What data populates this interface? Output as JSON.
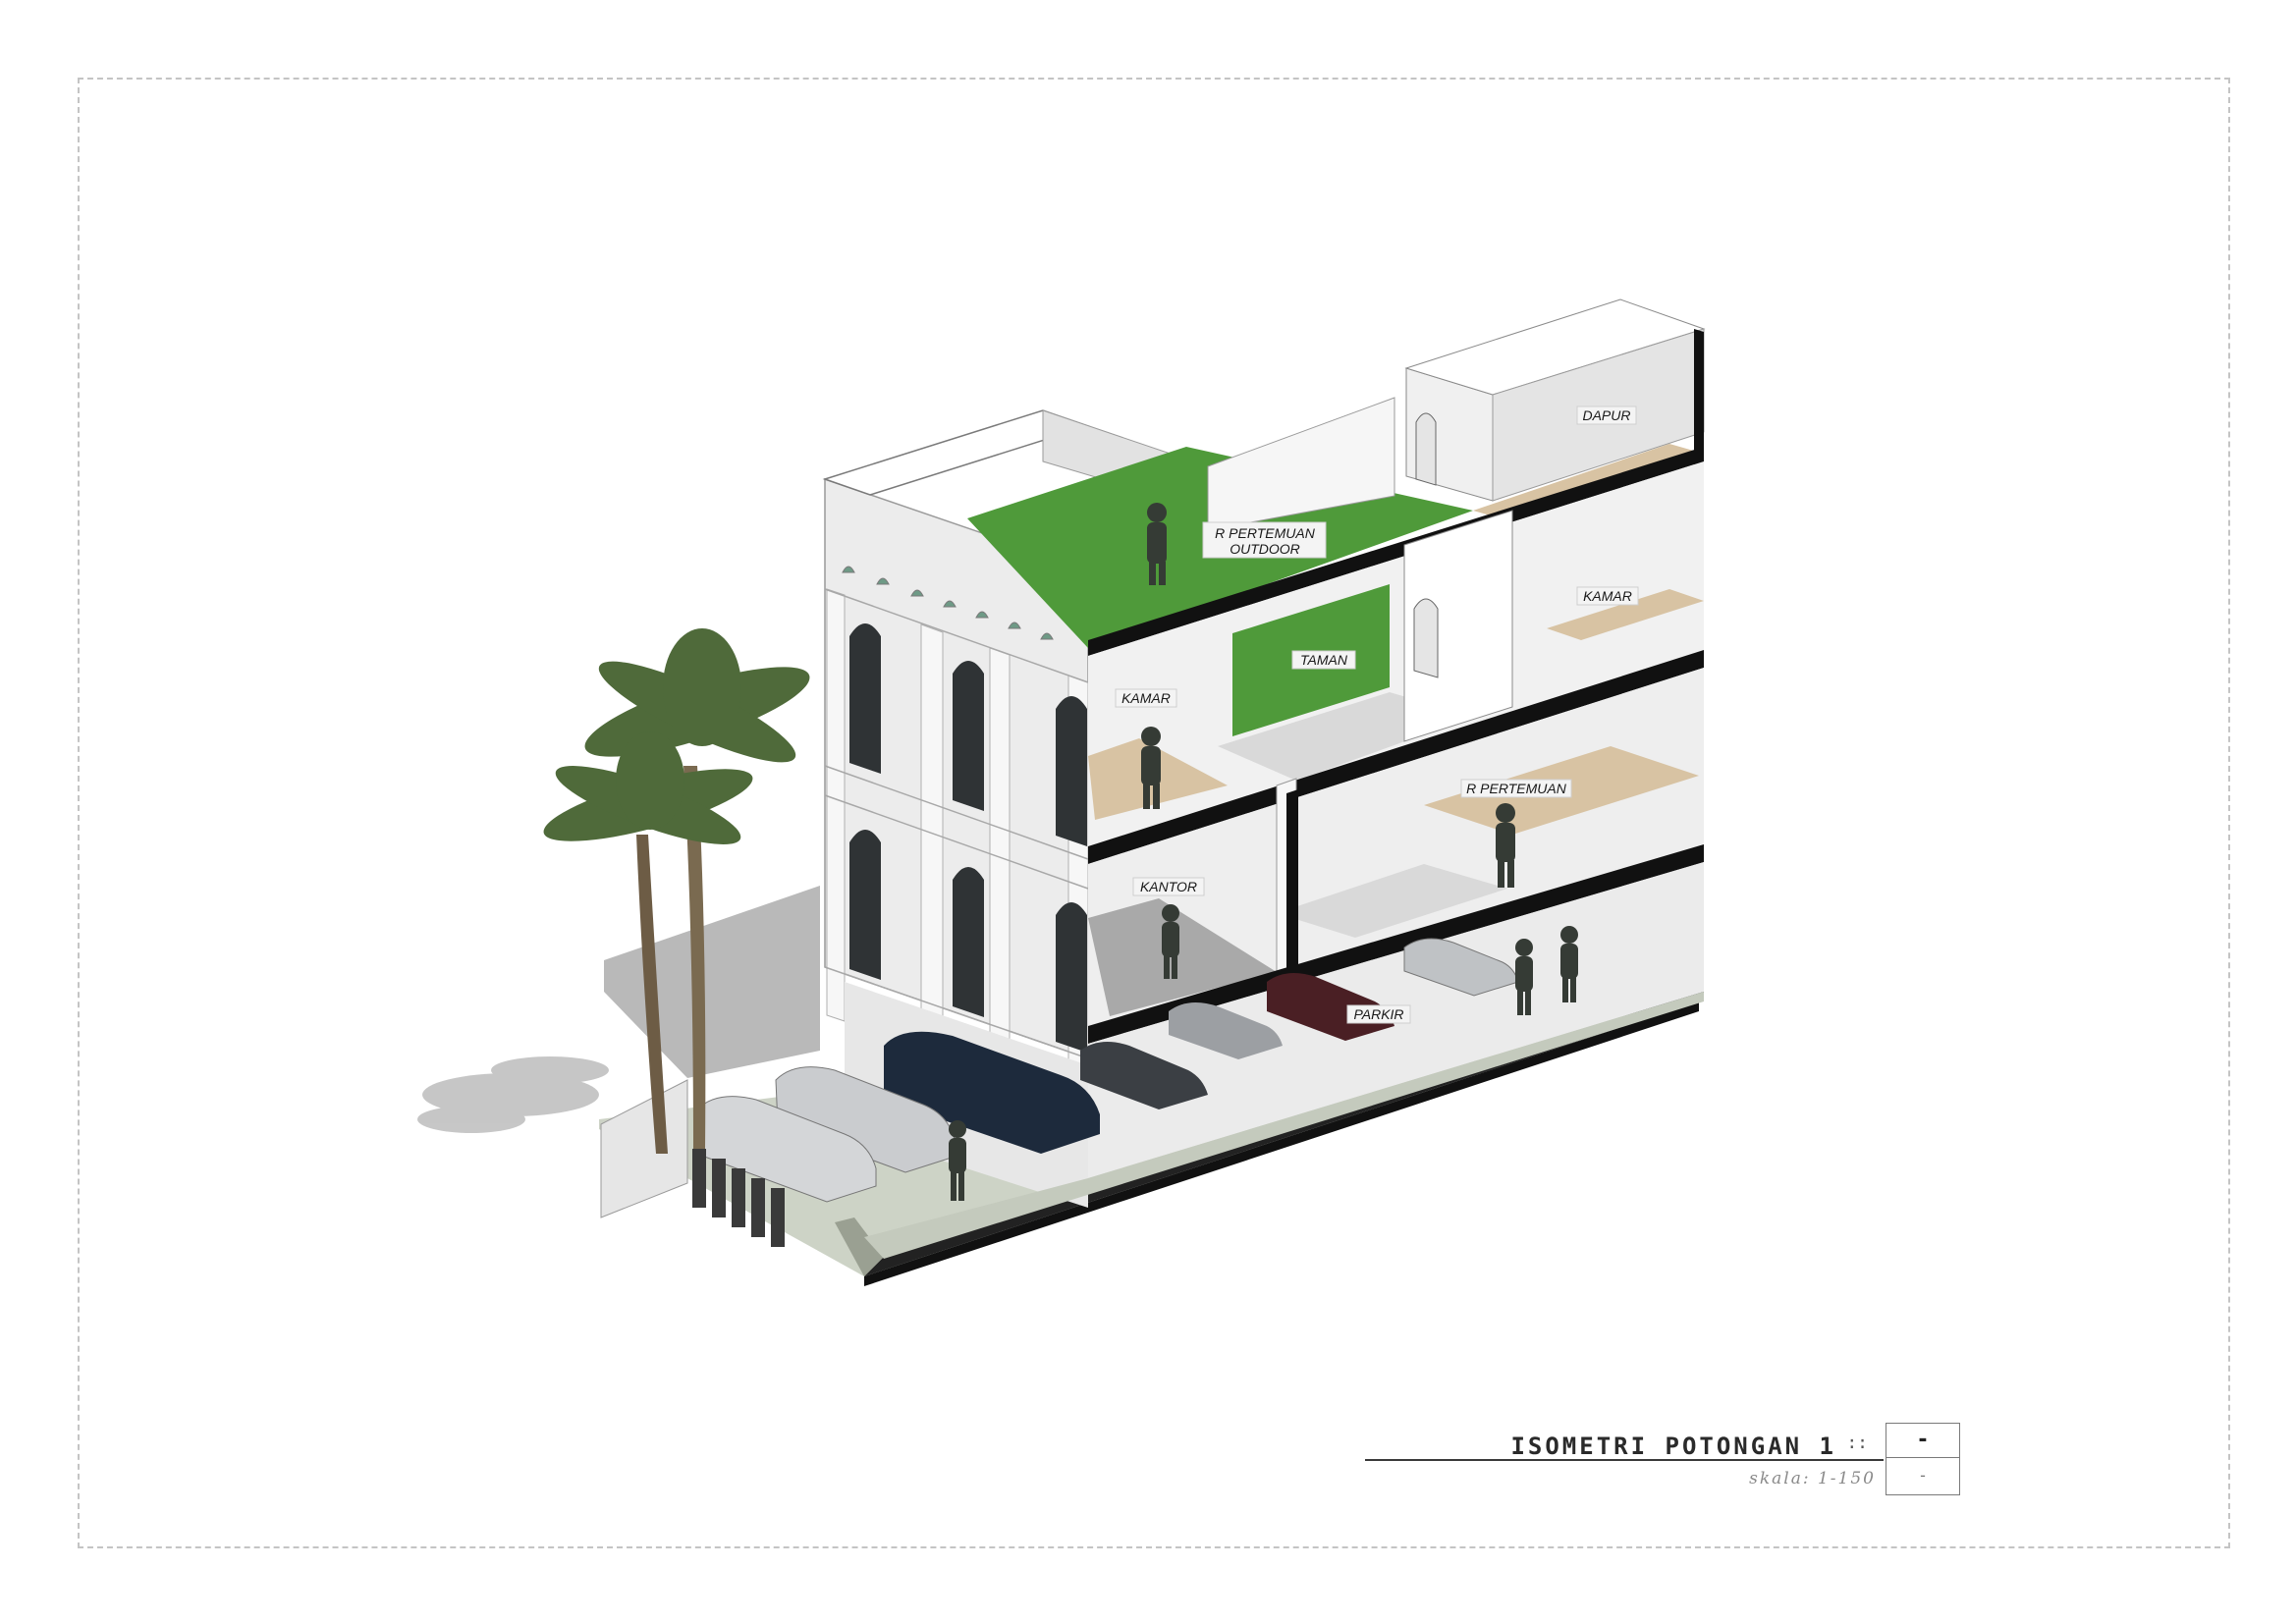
{
  "drawing": {
    "title": "ISOMETRI POTONGAN 1",
    "title_separator": "::",
    "sheet_number": "-",
    "sheet_sub": "-",
    "scale": "skala: 1-150"
  },
  "rooms": {
    "r_pertemuan_outdoor_line1": "R PERTEMUAN",
    "r_pertemuan_outdoor_line2": "OUTDOOR",
    "dapur": "DAPUR",
    "kamar_right": "KAMAR",
    "taman": "TAMAN",
    "kamar_left": "KAMAR",
    "r_pertemuan": "R PERTEMUAN",
    "kantor": "KANTOR",
    "parkir": "PARKIR"
  },
  "colors": {
    "grass": "#4f9a3a",
    "wood_floor": "#d8c3a3",
    "wall_white": "#f1f1f1",
    "wall_shade": "#dcdcdc",
    "cut_black": "#111111",
    "paving": "#c9cfc4",
    "car_dark": "#1d2a3c",
    "car_silver": "#c9cbcd",
    "car_maroon": "#4a1f24",
    "palm_green": "#4f6a3a",
    "shadow": "#b5b5b5"
  }
}
